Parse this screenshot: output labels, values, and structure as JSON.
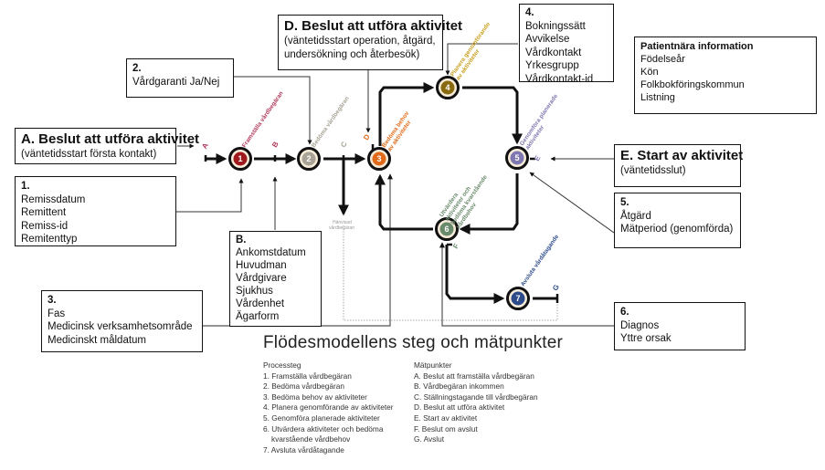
{
  "colors": {
    "step1": "#9e1a1d",
    "step2": "#a8a396",
    "step3": "#e06a1a",
    "step4": "#8a6a10",
    "step5": "#7f78b0",
    "step6": "#6a8a6c",
    "step7": "#2d4b8a",
    "label4": "#c9a020",
    "labelA": "#b0385a"
  },
  "boxes": {
    "box_2": {
      "title": "2.",
      "lines": [
        "Vårdgaranti Ja/Nej"
      ]
    },
    "box_A": {
      "title": "A. Beslut att utföra aktivitet",
      "lines": [
        "(väntetidsstart första kontakt)"
      ]
    },
    "box_1": {
      "title": "1.",
      "lines": [
        "Remissdatum",
        "Remittent",
        "Remiss-id",
        "Remitenttyp"
      ]
    },
    "box_D": {
      "title": "D. Beslut att utföra aktivitet",
      "lines": [
        "(väntetidsstart operation, åtgärd,",
        "undersökning och återbesök)"
      ]
    },
    "box_4": {
      "title": "4.",
      "lines": [
        "Bokningssätt",
        "Avvikelse",
        "Vårdkontakt",
        "Yrkesgrupp",
        "Vårdkontakt-id"
      ]
    },
    "box_patient": {
      "title": "Patientnära information",
      "lines": [
        "Födelseår",
        "Kön",
        "Folkbokföringskommun",
        "Listning"
      ]
    },
    "box_E": {
      "title": "E. Start av aktivitet",
      "lines": [
        "(väntetidsslut)"
      ]
    },
    "box_5": {
      "title": "5.",
      "lines": [
        "Åtgärd",
        "Mätperiod (genomförda)"
      ]
    },
    "box_B": {
      "title": "B.",
      "lines": [
        "Ankomstdatum",
        "Huvudman",
        "Vårdgivare",
        "Sjukhus",
        "Vårdenhet",
        "Ägarform"
      ]
    },
    "box_3": {
      "title": "3.",
      "lines": [
        "Fas",
        "Medicinsk verksamhetsområde",
        "Medicinskt måldatum"
      ]
    },
    "box_6": {
      "title": "6.",
      "lines": [
        "Diagnos",
        "Yttre orsak"
      ]
    }
  },
  "flow": {
    "steps": [
      {
        "num": "1",
        "label": "Framställa vårdbegäran"
      },
      {
        "num": "2",
        "label": "Bedöma vårdbegäran"
      },
      {
        "num": "3",
        "label": "Bedöma behov av aktiviteter"
      },
      {
        "num": "4",
        "label": "Planera genomförande av aktiviteter"
      },
      {
        "num": "5",
        "label": "Genomföra planerade aktiviteter"
      },
      {
        "num": "6",
        "label": "Utvärdera aktiviteter och bedöma kvarstående vårdbehov"
      },
      {
        "num": "7",
        "label": "Avsluta vårdåtagande"
      }
    ],
    "measure_points": [
      "A",
      "B",
      "C",
      "D",
      "E",
      "F",
      "G"
    ],
    "rejected_label": [
      "Hänvisad",
      "vårdbegäran"
    ]
  },
  "legend": {
    "title": "Flödesmodellens steg och mätpunkter",
    "process_header": "Processteg",
    "process_items": [
      "1. Framställa vårdbegäran",
      "2. Bedöma vårdbegäran",
      "3. Bedöma behov av aktiviteter",
      "4. Planera genomförande av aktiviteter",
      "5. Genomföra planerade aktiviteter",
      "6. Utvärdera aktiviteter och bedöma",
      "kvarstående vårdbehov",
      "7. Avsluta vårdåtagande"
    ],
    "measure_header": "Mätpunkter",
    "measure_items": [
      "A. Beslut att framställa vårdbegäran",
      "B. Vårdbegäran inkommen",
      "C. Ställningstagande till vårdbegäran",
      "D. Beslut att utföra aktivitet",
      "E. Start av aktivitet",
      "F. Beslut om avslut",
      "G. Avslut"
    ]
  }
}
